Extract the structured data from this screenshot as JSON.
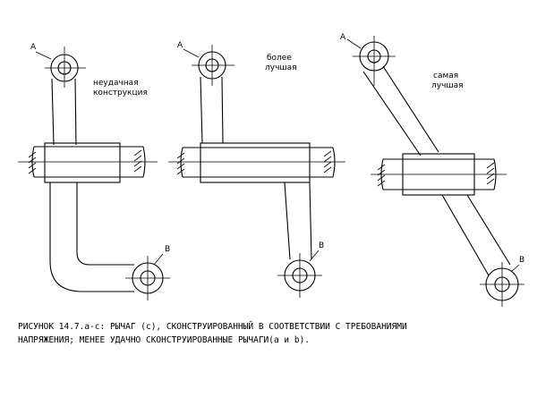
{
  "diagram": {
    "levers": [
      {
        "id": "a",
        "top_point": "A",
        "bottom_point": "B",
        "caption": [
          "неудачная",
          "конструкция"
        ]
      },
      {
        "id": "b",
        "top_point": "A",
        "bottom_point": "B",
        "caption": [
          "более",
          "лучшая"
        ]
      },
      {
        "id": "c",
        "top_point": "A",
        "bottom_point": "B",
        "caption": [
          "самая",
          "лучшая"
        ]
      }
    ],
    "figure_caption": [
      "РИСУНОК 14.7.а-с: РЫЧАГ (с), СКОНСТРУИРОВАННЫЙ В СООТВЕТСТВИИ С ТРЕБОВАНИЯМИ",
      "НАПРЯЖЕНИЯ; МЕНЕЕ УДАЧНО СКОНСТРУИРОВАННЫЕ РЫЧАГИ(а и b)."
    ]
  }
}
